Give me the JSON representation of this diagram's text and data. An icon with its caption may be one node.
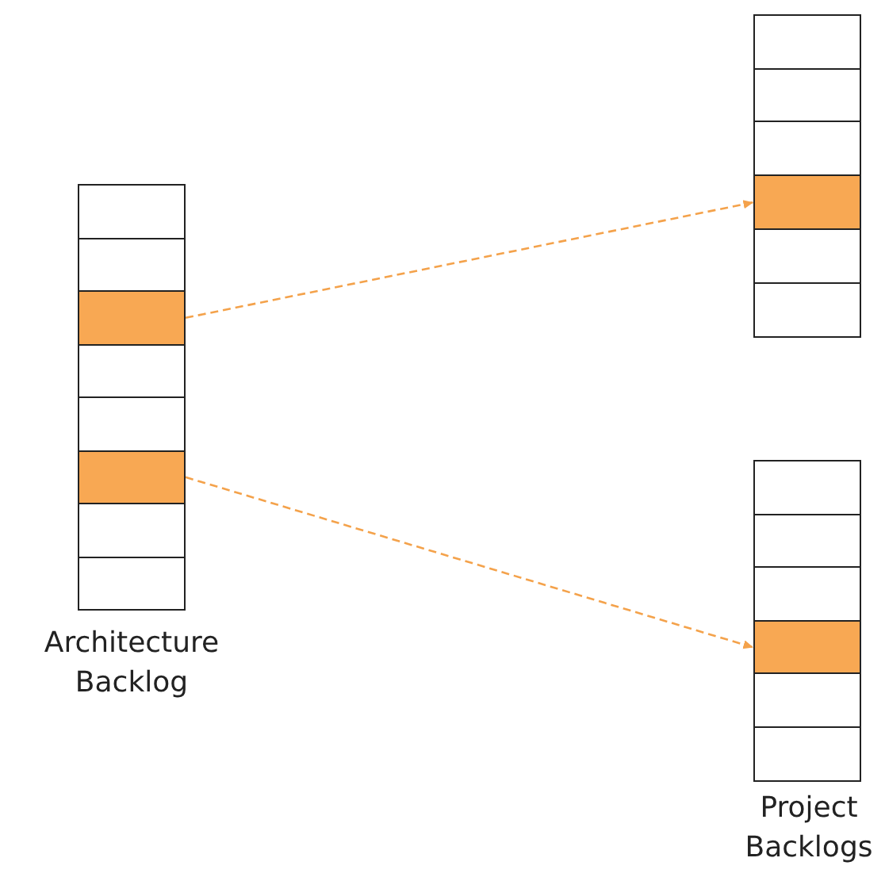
{
  "diagram": {
    "nodes": [
      {
        "text": [
          "Architecture Backlog"
        ]
      },
      {
        "text": [],
        "shape": "box",
        "in": 0
      },
      {
        "text": [],
        "shape": "box",
        "in": 0
      },
      {
        "text": [],
        "shape": "box",
        "in": 0
      },
      {
        "text": [],
        "shape": "box",
        "in": 0
      },
      {
        "text": [],
        "shape": "box",
        "in": 0
      },
      {
        "text": [],
        "shape": "box",
        "in": 0
      },
      {
        "text": [],
        "shape": "box",
        "in": 0
      },
      {
        "text": [],
        "shape": "box",
        "in": 0
      },
      {
        "text": [],
        "shape": "box"
      },
      {
        "text": [],
        "shape": "box",
        "in": 9
      },
      {
        "text": [],
        "shape": "box",
        "in": 9
      },
      {
        "text": [],
        "shape": "box",
        "in": 9
      },
      {
        "text": [],
        "shape": "box",
        "in": 9
      },
      {
        "text": [],
        "shape": "box",
        "in": 9
      },
      {
        "text": [],
        "shape": "box",
        "in": 9
      },
      {
        "text": [
          "Project Backlogs"
        ]
      },
      {
        "text": [],
        "shape": "box",
        "in": 16
      },
      {
        "text": [],
        "shape": "box",
        "in": 16
      },
      {
        "text": [],
        "shape": "box",
        "in": 16
      },
      {
        "text": [],
        "shape": "box",
        "in": 16
      },
      {
        "text": [],
        "shape": "box",
        "in": 16
      },
      {
        "text": [],
        "shape": "box",
        "in": 16
      }
    ],
    "edges": [
      {
        "from": 3,
        "to": 13,
        "arrow": "to",
        "style": "dashed"
      },
      {
        "from": 6,
        "to": 20,
        "arrow": "to",
        "style": "dashed"
      }
    ]
  }
}
